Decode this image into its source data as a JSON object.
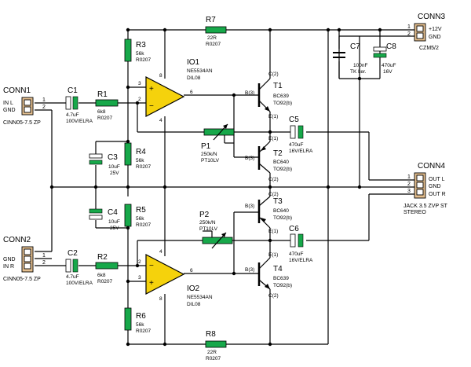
{
  "connectors": {
    "conn1": {
      "name": "CONN1",
      "pin1": "IN L",
      "pin2": "GND",
      "part": "CINN05-7.5 ZP",
      "n1": "1",
      "n2": "2"
    },
    "conn2": {
      "name": "CONN2",
      "pin1": "GND",
      "pin2": "IN R",
      "part": "CINN05-7.5 ZP",
      "n1": "1",
      "n2": "2"
    },
    "conn3": {
      "name": "CONN3",
      "pin1": "+12V",
      "pin2": "GND",
      "part": "CZM5/2",
      "n1": "1",
      "n2": "2"
    },
    "conn4": {
      "name": "CONN4",
      "pin1": "OUT L",
      "pin2": "GND",
      "pin3": "OUT R",
      "part": "JACK 3.5 ZVP ST",
      "part2": "STEREO",
      "n1": "1",
      "n2": "2",
      "n3": "3"
    }
  },
  "resistors": {
    "r1": {
      "name": "R1",
      "value": "6k8",
      "package": "R0207"
    },
    "r2": {
      "name": "R2",
      "value": "6k8",
      "package": "R0207"
    },
    "r3": {
      "name": "R3",
      "value": "56k",
      "package": "R0207"
    },
    "r4": {
      "name": "R4",
      "value": "56k",
      "package": "R0207"
    },
    "r5": {
      "name": "R5",
      "value": "56k",
      "package": "R0207"
    },
    "r6": {
      "name": "R6",
      "value": "56k",
      "package": "R0207"
    },
    "r7": {
      "name": "R7",
      "value": "22R",
      "package": "R0207"
    },
    "r8": {
      "name": "R8",
      "value": "22R",
      "package": "R0207"
    }
  },
  "capacitors": {
    "c1": {
      "name": "C1",
      "value": "4.7uF",
      "rating": "100V/ELRA"
    },
    "c2": {
      "name": "C2",
      "value": "4.7uF",
      "rating": "100V/ELRA"
    },
    "c3": {
      "name": "C3",
      "value": "10uF",
      "rating": "25V"
    },
    "c4": {
      "name": "C4",
      "value": "10uF",
      "rating": "25V"
    },
    "c5": {
      "name": "C5",
      "value": "470uF",
      "rating": "16V/ELRA"
    },
    "c6": {
      "name": "C6",
      "value": "470uF",
      "rating": "16V/ELRA"
    },
    "c7": {
      "name": "C7",
      "value": "100nF",
      "rating": "TK ker."
    },
    "c8": {
      "name": "C8",
      "value": "470uF",
      "rating": "16V"
    }
  },
  "opamps": {
    "io1": {
      "name": "IO1",
      "part": "NE5534AN",
      "package": "DIL08",
      "pin_plus": "3",
      "pin_minus": "2",
      "pin_out": "6",
      "pin_vplus": "8",
      "pin_vminus": "4"
    },
    "io2": {
      "name": "IO2",
      "part": "NE5534AN",
      "package": "DIL08",
      "pin_plus": "3",
      "pin_minus": "2",
      "pin_out": "6",
      "pin_vplus": "8",
      "pin_vminus": "4"
    }
  },
  "transistors": {
    "t1": {
      "name": "T1",
      "part": "BC639",
      "package": "TO92(b)",
      "c": "C(2)",
      "b": "B(3)",
      "e": "E(1)"
    },
    "t2": {
      "name": "T2",
      "part": "BC640",
      "package": "TO92(b)",
      "c": "C(2)",
      "b": "B(3)",
      "e": "E(1)"
    },
    "t3": {
      "name": "T3",
      "part": "BC640",
      "package": "TO92(b)",
      "c": "C(2)",
      "b": "B(3)",
      "e": "E(1)"
    },
    "t4": {
      "name": "T4",
      "part": "BC639",
      "package": "TO92(b)",
      "c": "C(2)",
      "b": "B(3)",
      "e": "E(1)"
    }
  },
  "pots": {
    "p1": {
      "name": "P1",
      "value": "250k/N",
      "package": "PT10LV"
    },
    "p2": {
      "name": "P2",
      "value": "250k/N",
      "package": "PT10LV"
    }
  },
  "colors": {
    "component_green": "#17a84a",
    "opamp_yellow": "#f5d20c",
    "connector_tan": "#e4bf8f"
  }
}
